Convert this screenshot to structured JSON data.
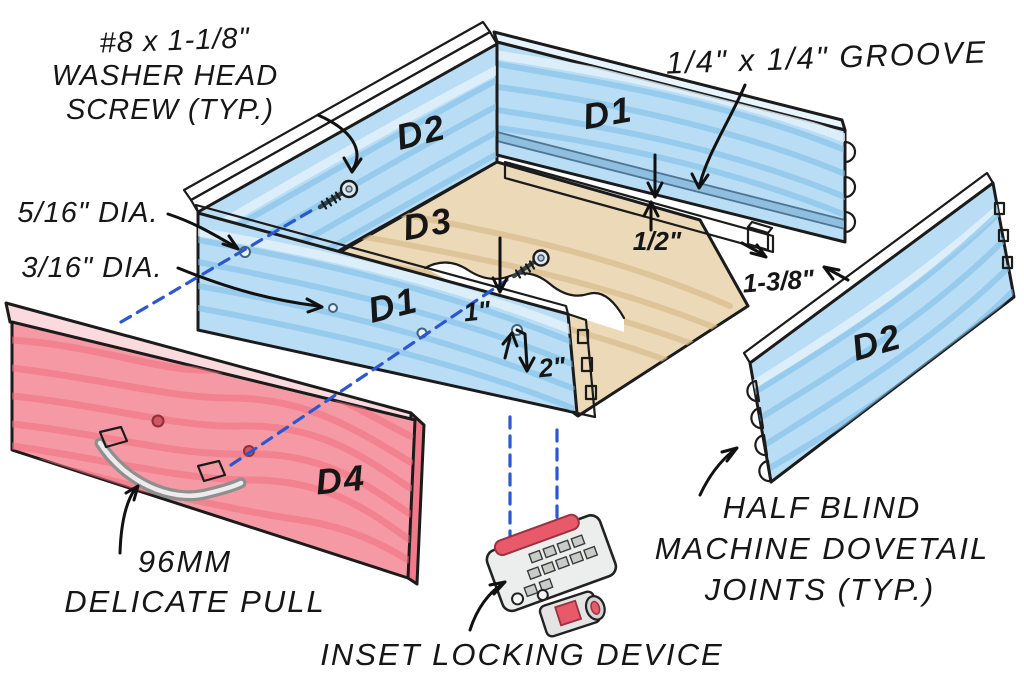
{
  "annotations": {
    "screw_note": {
      "line1": "#8 x 1-1/8\"",
      "line2": "WASHER HEAD",
      "line3": "SCREW (TYP.)"
    },
    "groove_note": {
      "text": "1/4\" x 1/4\" GROOVE"
    },
    "dia_large_note": {
      "text": "5/16\" DIA."
    },
    "dia_small_note": {
      "text": "3/16\" DIA."
    },
    "pull_note": {
      "line1": "96MM",
      "line2": "DELICATE PULL"
    },
    "lock_note": {
      "text": "INSET LOCKING DEVICE"
    },
    "dovetail_note": {
      "line1": "HALF BLIND",
      "line2": "MACHINE DOVETAIL",
      "line3": "JOINTS (TYP.)"
    }
  },
  "dimensions": {
    "groove_offset": "1/2\"",
    "ledge_inset": "1-3/8\"",
    "hole_from_top": "1\"",
    "hole_from_bottom": "2\""
  },
  "part_labels": {
    "side_left": "D2",
    "back": "D1",
    "bottom": "D3",
    "front": "D1",
    "side_right": "D2",
    "drawer_front": "D4"
  },
  "colors": {
    "panel_blue": "#b8ddf4",
    "panel_pink": "#f59aa4",
    "panel_tan": "#ecd9b8",
    "guide_dash_blue": "#2b58cf",
    "ink_outline": "#1b1b1b",
    "hardware_chrome": "#d9d9d9",
    "accent_red": "#e8596a"
  }
}
